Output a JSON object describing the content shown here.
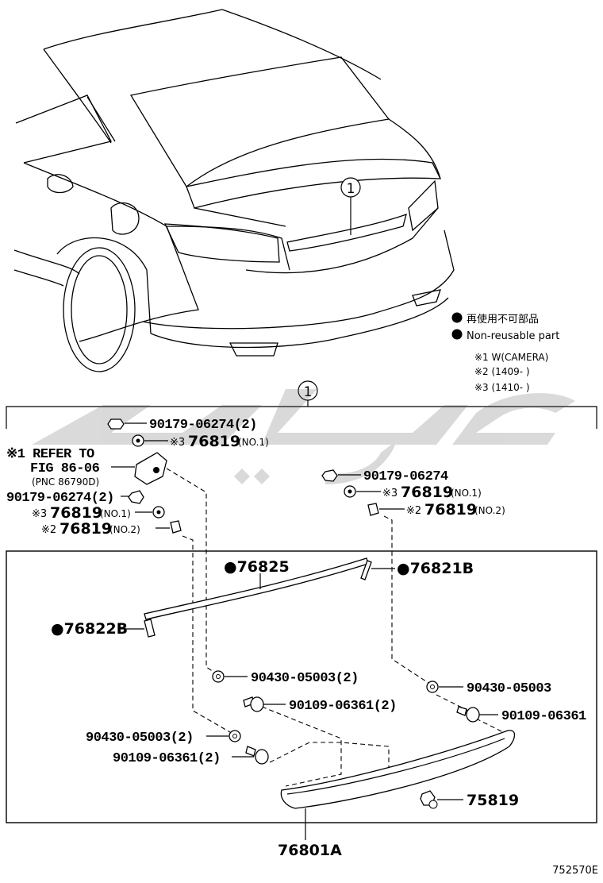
{
  "callout_main": "1",
  "legend": {
    "jp": "再使用不可部品",
    "en": "Non-reusable part",
    "note1": "※1 W(CAMERA)",
    "note2": "※2 (1409-      )",
    "note3": "※3 (1410-      )"
  },
  "refer": {
    "line1": "※1 REFER TO",
    "line2": "FIG 86-06",
    "line3": "(PNC 86790D)"
  },
  "parts": {
    "p1": "90179-06274(2)",
    "p2_mark": "※3",
    "p2": "76819",
    "p2_suffix": "(NO.1)",
    "p3": "90179-06274(2)",
    "p4_mark": "※3",
    "p4": "76819",
    "p4_suffix": "(NO.1)",
    "p5_mark": "※2",
    "p5": "76819",
    "p5_suffix": "(NO.2)",
    "p6": "90179-06274",
    "p7_mark": "※3",
    "p7": "76819",
    "p7_suffix": "(NO.1)",
    "p8_mark": "※2",
    "p8": "76819",
    "p8_suffix": "(NO.2)",
    "p9": "●76825",
    "p10": "●76821B",
    "p11": "●76822B",
    "p12": "90430-05003(2)",
    "p13": "90109-06361(2)",
    "p14": "90430-05003",
    "p15": "90109-06361",
    "p16": "90430-05003(2)",
    "p17": "90109-06361(2)",
    "p18": "75819",
    "p19": "76801A"
  },
  "watermark_text": "سايبوك",
  "figure_id": "752570E"
}
